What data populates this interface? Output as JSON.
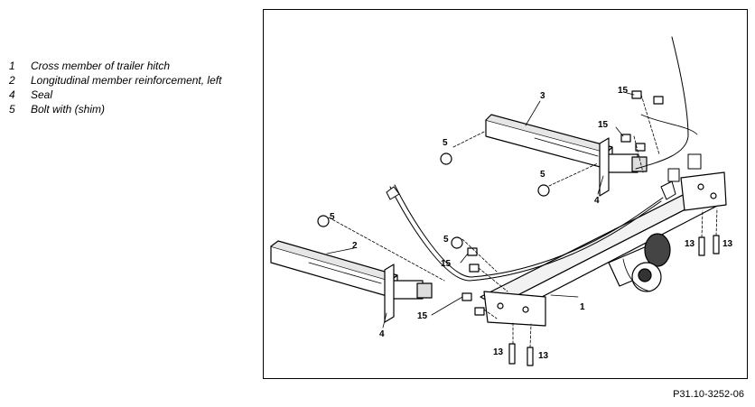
{
  "legend": [
    {
      "num": "1",
      "text": "Cross member of trailer hitch"
    },
    {
      "num": "2",
      "text": "Longitudinal member reinforcement, left"
    },
    {
      "num": "4",
      "text": "Seal"
    },
    {
      "num": "5",
      "text": "Bolt with (shim)"
    }
  ],
  "figure": {
    "reference": "P31.10-3252-06",
    "callouts": {
      "c1": "1",
      "c2": "2",
      "c3": "3",
      "c4a": "4",
      "c4b": "4",
      "c5a": "5",
      "c5b": "5",
      "c5c": "5",
      "c5d": "5",
      "c13a": "13",
      "c13b": "13",
      "c13c": "13",
      "c13d": "13",
      "c15a": "15",
      "c15b": "15",
      "c15c": "15",
      "c15d": "15"
    }
  }
}
